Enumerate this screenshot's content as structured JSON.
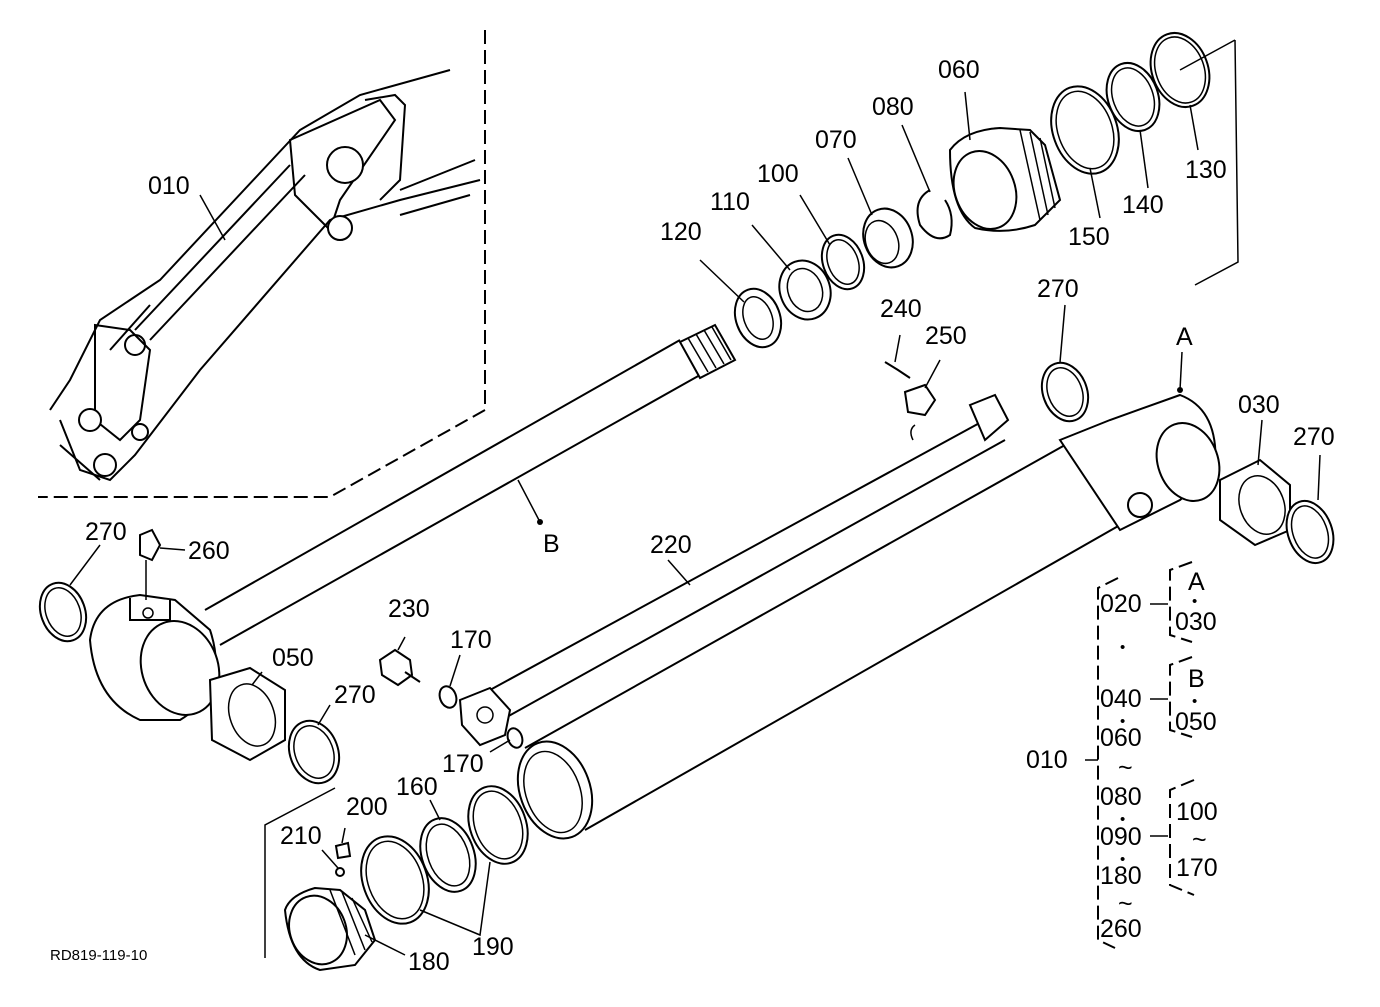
{
  "diagram_code": "RD819-119-10",
  "points": {
    "a": "A",
    "b": "B"
  },
  "labels": {
    "p010": "010",
    "p030": "030",
    "p050": "050",
    "p060": "060",
    "p070": "070",
    "p080": "080",
    "p100": "100",
    "p110": "110",
    "p120": "120",
    "p130": "130",
    "p140": "140",
    "p150": "150",
    "p160": "160",
    "p170a": "170",
    "p170b": "170",
    "p180": "180",
    "p190": "190",
    "p200": "200",
    "p210": "210",
    "p220": "220",
    "p230": "230",
    "p240": "240",
    "p250": "250",
    "p260": "260",
    "p270a": "270",
    "p270b": "270",
    "p270c": "270",
    "p270d": "270"
  },
  "legend": {
    "root": "010",
    "g020": "020",
    "a_letter": "A",
    "a_part": "030",
    "g040": "040",
    "b_letter": "B",
    "b_part": "050",
    "r060": "060",
    "r080": "080",
    "r090": "090",
    "r100": "100",
    "r170": "170",
    "r180": "180",
    "r260": "260",
    "tilde": "~",
    "dot": "•"
  }
}
